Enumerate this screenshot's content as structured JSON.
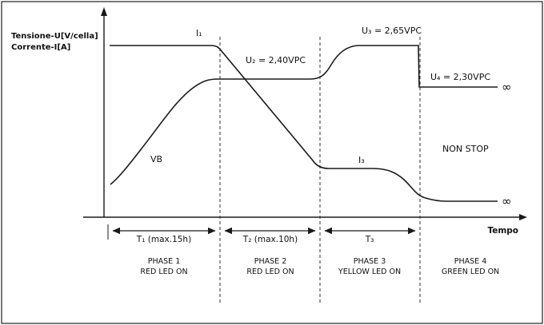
{
  "figure": {
    "ylabel_line1": "Tensione-U[V/cella]",
    "ylabel_line2": "Corrente-I[A]",
    "xlabel": "Tempo",
    "non_stop": "NON STOP",
    "infinity_voltage": "∞",
    "infinity_current": "∞",
    "line_color": "#1a1a1a",
    "background": "#ffffff"
  },
  "curve_labels": {
    "i1": "I₁",
    "vb": "VB",
    "u2": "U₂ = 2,40VPC",
    "u3": "U₃ = 2,65VPC",
    "u4": "U₄ = 2,30VPC",
    "i3": "I₃"
  },
  "intervals": [
    {
      "t": "T₁ (max.15h)",
      "phase": "PHASE 1",
      "led": "RED LED ON"
    },
    {
      "t": "T₂ (max.10h)",
      "phase": "PHASE 2",
      "led": "RED LED ON"
    },
    {
      "t": "T₃",
      "phase": "PHASE 3",
      "led": "YELLOW LED ON"
    },
    {
      "t": "",
      "phase": "PHASE 4",
      "led": "GREEN LED ON"
    }
  ],
  "chart_data": {
    "type": "line",
    "title": "",
    "xlabel": "Tempo",
    "ylabel": "Tensione-U[V/cella] / Corrente-I[A]",
    "x_axis_ticks": [],
    "y_axis_ticks": [],
    "grid": false,
    "legend": false,
    "voltage_setpoints_VPC": {
      "U2": 2.4,
      "U3": 2.65,
      "U4": 2.3
    },
    "phases": [
      {
        "name": "PHASE 1",
        "duration": "T₁ (max.15h)",
        "led": "RED LED ON",
        "current": "constant I₁ (maximum)",
        "voltage": "VB rising toward U₂"
      },
      {
        "name": "PHASE 2",
        "duration": "T₂ (max.10h)",
        "led": "RED LED ON",
        "current": "decreasing linearly",
        "voltage": "constant U₂ = 2,40VPC"
      },
      {
        "name": "PHASE 3",
        "duration": "T₃",
        "led": "YELLOW LED ON",
        "current": "plateau I₃ then decreasing",
        "voltage": "rising to constant U₃ = 2,65VPC"
      },
      {
        "name": "PHASE 4",
        "duration": "NON STOP → ∞",
        "led": "GREEN LED ON",
        "current": "low float current continuing to ∞",
        "voltage": "step down to constant U₄ = 2,30VPC continuing to ∞"
      }
    ],
    "series": [
      {
        "name": "Corrente I",
        "x_norm": [
          0.0,
          0.26,
          0.29,
          0.52,
          0.56,
          0.68,
          0.77,
          0.85,
          1.0
        ],
        "y_norm": [
          0.84,
          0.84,
          0.81,
          0.28,
          0.24,
          0.24,
          0.15,
          0.08,
          0.08
        ]
      },
      {
        "name": "Tensione U",
        "x_norm": [
          0.0,
          0.08,
          0.21,
          0.28,
          0.52,
          0.58,
          0.64,
          0.79,
          0.795,
          1.0
        ],
        "y_norm": [
          0.16,
          0.25,
          0.57,
          0.675,
          0.675,
          0.74,
          0.84,
          0.84,
          0.637,
          0.637
        ]
      }
    ],
    "series_note": "x_norm: 0 = start of phase 1; phase boundaries at ≈0.28 / 0.54 / 0.80; 1 = right edge (∞). y_norm: 0 = time axis, 1 = top of plot."
  }
}
